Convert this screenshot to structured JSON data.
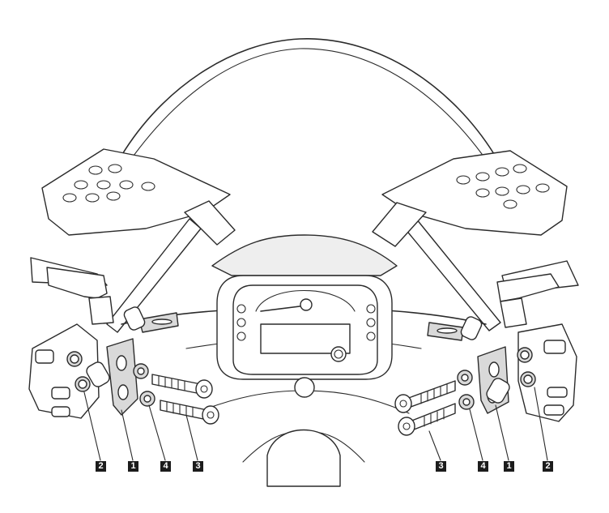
{
  "callouts": {
    "left_2": "2",
    "left_1": "1",
    "left_4": "4",
    "left_3": "3",
    "right_3": "3",
    "right_4": "4",
    "right_1": "1",
    "right_2": "2"
  },
  "colors": {
    "line": "#2b2b2b",
    "shade": "#d9d9d9",
    "label_bg": "#1c1c1c",
    "label_text": "#ffffff"
  }
}
